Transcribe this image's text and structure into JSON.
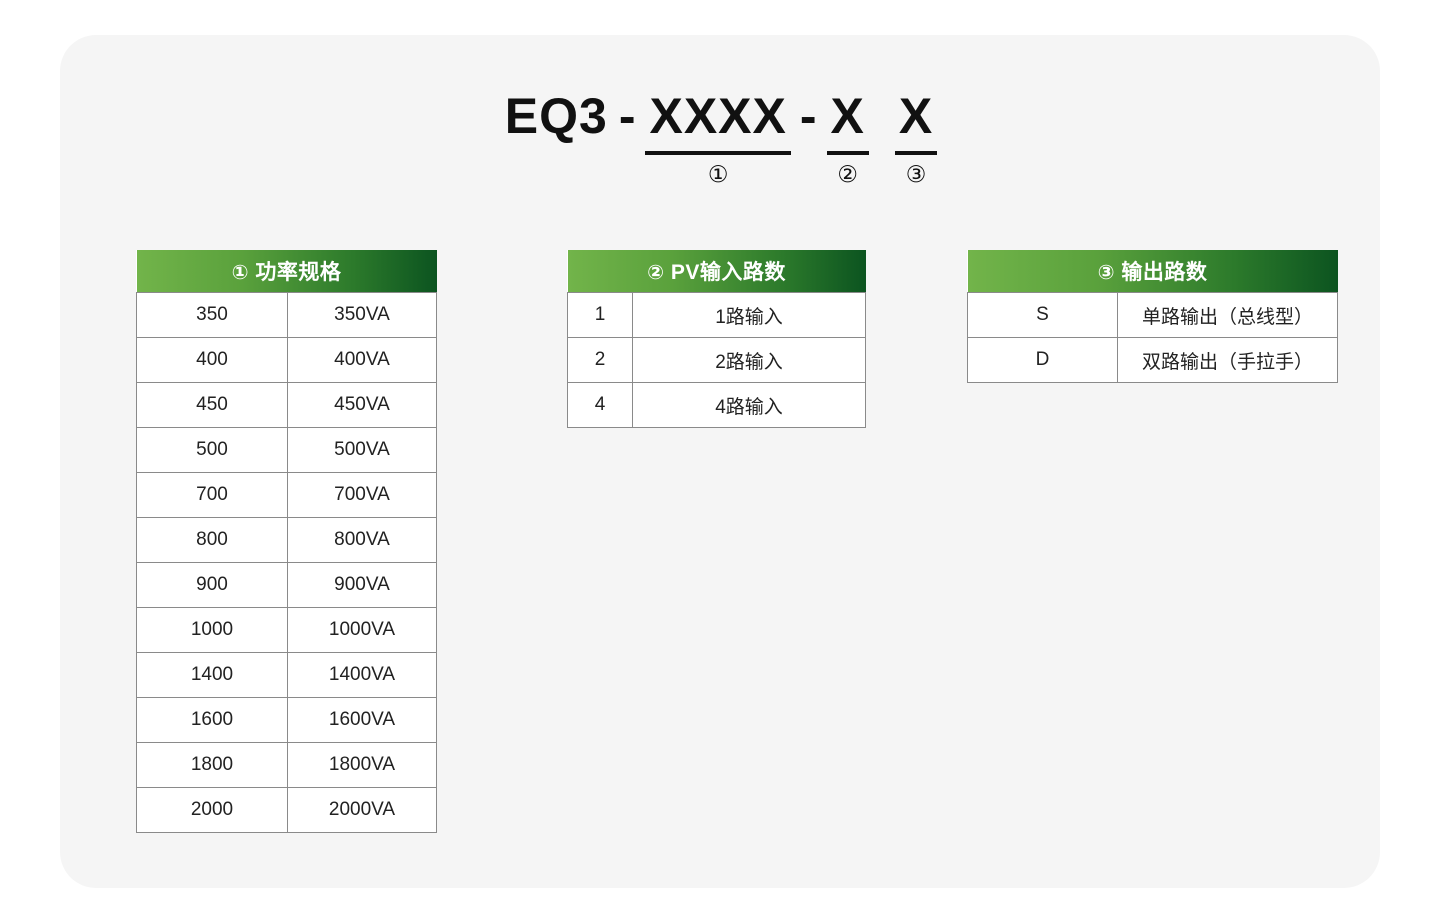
{
  "model_code": {
    "segments": [
      {
        "text": "EQ3",
        "underlined": false,
        "marker": "",
        "kind": "plain"
      },
      {
        "text": "-",
        "underlined": false,
        "marker": "",
        "kind": "dash"
      },
      {
        "text": "XXXX",
        "underlined": true,
        "marker": "①",
        "kind": "underlined"
      },
      {
        "text": "-",
        "underlined": false,
        "marker": "",
        "kind": "dash"
      },
      {
        "text": "X",
        "underlined": true,
        "marker": "②",
        "kind": "underlined"
      },
      {
        "text": "X",
        "underlined": true,
        "marker": "③",
        "kind": "underlined"
      }
    ]
  },
  "tables": [
    {
      "id": "table-power",
      "marker": "①",
      "title": "功率规格",
      "rows": [
        [
          "350",
          "350VA"
        ],
        [
          "400",
          "400VA"
        ],
        [
          "450",
          "450VA"
        ],
        [
          "500",
          "500VA"
        ],
        [
          "700",
          "700VA"
        ],
        [
          "800",
          "800VA"
        ],
        [
          "900",
          "900VA"
        ],
        [
          "1000",
          "1000VA"
        ],
        [
          "1400",
          "1400VA"
        ],
        [
          "1600",
          "1600VA"
        ],
        [
          "1800",
          "1800VA"
        ],
        [
          "2000",
          "2000VA"
        ]
      ]
    },
    {
      "id": "table-pv",
      "marker": "②",
      "title": "PV输入路数",
      "rows": [
        [
          "1",
          "1路输入"
        ],
        [
          "2",
          "2路输入"
        ],
        [
          "4",
          "4路输入"
        ]
      ]
    },
    {
      "id": "table-output",
      "marker": "③",
      "title": "输出路数",
      "rows": [
        [
          "S",
          "单路输出（总线型）"
        ],
        [
          "D",
          "双路输出（手拉手）"
        ]
      ]
    }
  ],
  "colors": {
    "page_background": "#ffffff",
    "card_background": "#f5f5f5",
    "header_gradient_start": "#72b44a",
    "header_gradient_end": "#0c5420",
    "cell_border": "#8a8a8a",
    "text": "#222222",
    "header_text": "#ffffff"
  }
}
